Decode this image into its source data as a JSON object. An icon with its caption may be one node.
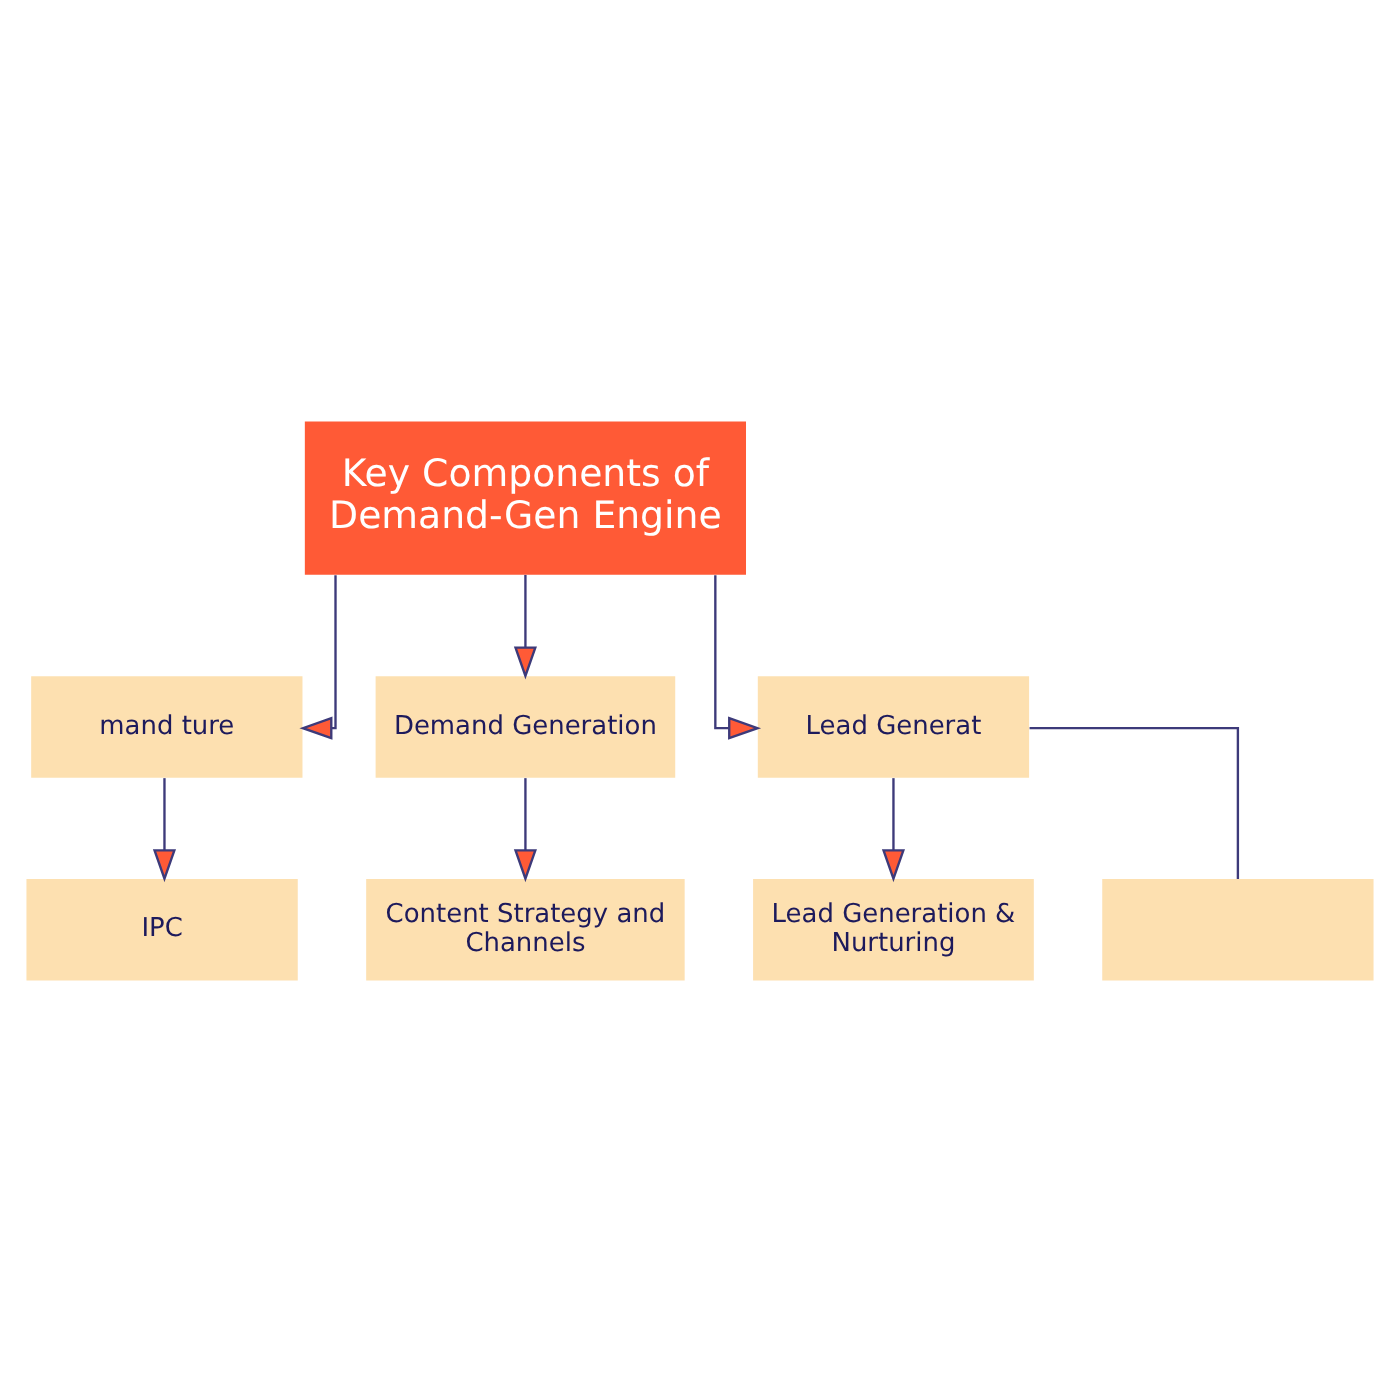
{
  "diagram": {
    "nodes": [
      {
        "text": [
          "Key Components of Demand-Gen Engine"
        ]
      },
      {
        "text": [
          "mand ture"
        ]
      },
      {
        "text": [
          "Demand Generation"
        ]
      },
      {
        "text": [
          "Lead Generat"
        ]
      },
      {
        "text": [
          "IPC"
        ]
      },
      {
        "text": [
          "Content Strategy and Channels"
        ]
      },
      {
        "text": [
          "Lead Generation & Nurturing"
        ]
      },
      {
        "text": [],
        "shape": "box"
      }
    ],
    "edges": [
      {
        "from": 0,
        "to": 1,
        "arrow": "to"
      },
      {
        "from": 0,
        "to": 2,
        "arrow": "to"
      },
      {
        "from": 0,
        "to": 3,
        "arrow": "to"
      },
      {
        "from": 1,
        "to": 4,
        "arrow": "to"
      },
      {
        "from": 2,
        "to": 5,
        "arrow": "to"
      },
      {
        "from": 3,
        "to": 6,
        "arrow": "to"
      },
      {
        "from": 3,
        "to": 7,
        "arrow": "none"
      }
    ]
  }
}
